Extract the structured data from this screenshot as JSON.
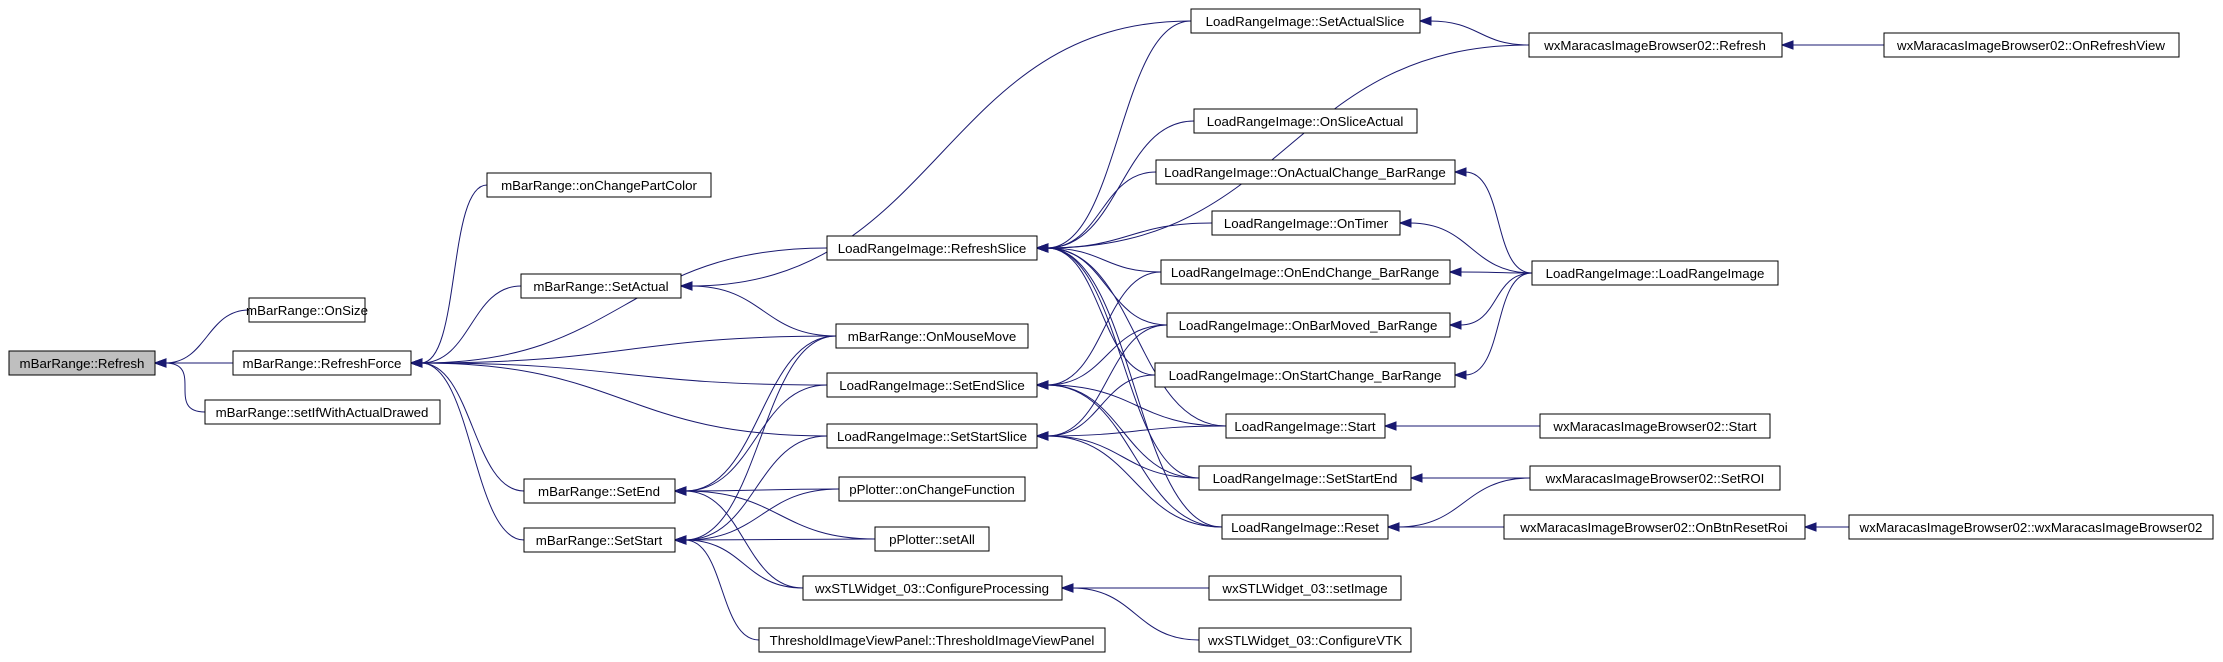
{
  "graph": {
    "nodes": {
      "refresh": "mBarRange::Refresh",
      "onsize": "mBarRange::OnSize",
      "refreshforce": "mBarRange::RefreshForce",
      "setifwithactualdrawed": "mBarRange::setIfWithActualDrawed",
      "onchangepartcolor": "mBarRange::onChangePartColor",
      "setactual": "mBarRange::SetActual",
      "setend": "mBarRange::SetEnd",
      "setstart": "mBarRange::SetStart",
      "lri_refreshslice": "LoadRangeImage::RefreshSlice",
      "onmousemove": "mBarRange::OnMouseMove",
      "lri_setendslice": "LoadRangeImage::SetEndSlice",
      "lri_setstartslice": "LoadRangeImage::SetStartSlice",
      "pplotter_onchangefunction": "pPlotter::onChangeFunction",
      "pplotter_setall": "pPlotter::setAll",
      "wxstl_configureprocessing": "wxSTLWidget_03::ConfigureProcessing",
      "threshold_ctor": "ThresholdImageViewPanel::ThresholdImageViewPanel",
      "lri_setactualslice": "LoadRangeImage::SetActualSlice",
      "lri_onsliceactual": "LoadRangeImage::OnSliceActual",
      "lri_onactualchange": "LoadRangeImage::OnActualChange_BarRange",
      "lri_ontimer": "LoadRangeImage::OnTimer",
      "lri_onendchange": "LoadRangeImage::OnEndChange_BarRange",
      "lri_onbarmoved": "LoadRangeImage::OnBarMoved_BarRange",
      "lri_onstartchange": "LoadRangeImage::OnStartChange_BarRange",
      "lri_start": "LoadRangeImage::Start",
      "lri_setstartend": "LoadRangeImage::SetStartEnd",
      "lri_reset": "LoadRangeImage::Reset",
      "wxstl_setimage": "wxSTLWidget_03::setImage",
      "wxstl_configurevtk": "wxSTLWidget_03::ConfigureVTK",
      "wxm_refresh": "wxMaracasImageBrowser02::Refresh",
      "lri_loadrangeimage": "LoadRangeImage::LoadRangeImage",
      "wxm_start": "wxMaracasImageBrowser02::Start",
      "wxm_setroi": "wxMaracasImageBrowser02::SetROI",
      "wxm_onbtnresetroi": "wxMaracasImageBrowser02::OnBtnResetRoi",
      "wxm_onrefreshview": "wxMaracasImageBrowser02::OnRefreshView",
      "wxm_ctor": "wxMaracasImageBrowser02::wxMaracasImageBrowser02"
    },
    "edges": [
      [
        "onsize",
        "refresh"
      ],
      [
        "refreshforce",
        "refresh"
      ],
      [
        "setifwithactualdrawed",
        "refresh"
      ],
      [
        "onchangepartcolor",
        "refreshforce"
      ],
      [
        "setactual",
        "refreshforce"
      ],
      [
        "setend",
        "refreshforce"
      ],
      [
        "setstart",
        "refreshforce"
      ],
      [
        "lri_refreshslice",
        "refreshforce"
      ],
      [
        "onmousemove",
        "refreshforce"
      ],
      [
        "lri_setendslice",
        "refreshforce"
      ],
      [
        "lri_setstartslice",
        "refreshforce"
      ],
      [
        "lri_setactualslice",
        "setactual"
      ],
      [
        "onmousemove",
        "setactual"
      ],
      [
        "onmousemove",
        "setend"
      ],
      [
        "lri_setendslice",
        "setend"
      ],
      [
        "pplotter_onchangefunction",
        "setend"
      ],
      [
        "pplotter_setall",
        "setend"
      ],
      [
        "wxstl_configureprocessing",
        "setend"
      ],
      [
        "onmousemove",
        "setstart"
      ],
      [
        "lri_setstartslice",
        "setstart"
      ],
      [
        "pplotter_onchangefunction",
        "setstart"
      ],
      [
        "pplotter_setall",
        "setstart"
      ],
      [
        "wxstl_configureprocessing",
        "setstart"
      ],
      [
        "threshold_ctor",
        "setstart"
      ],
      [
        "lri_setactualslice",
        "lri_refreshslice"
      ],
      [
        "lri_onsliceactual",
        "lri_refreshslice"
      ],
      [
        "lri_onactualchange",
        "lri_refreshslice"
      ],
      [
        "lri_ontimer",
        "lri_refreshslice"
      ],
      [
        "lri_onendchange",
        "lri_refreshslice"
      ],
      [
        "lri_onbarmoved",
        "lri_refreshslice"
      ],
      [
        "lri_onstartchange",
        "lri_refreshslice"
      ],
      [
        "lri_start",
        "lri_refreshslice"
      ],
      [
        "lri_setstartend",
        "lri_refreshslice"
      ],
      [
        "lri_reset",
        "lri_refreshslice"
      ],
      [
        "wxm_refresh",
        "lri_refreshslice"
      ],
      [
        "lri_onendchange",
        "lri_setendslice"
      ],
      [
        "lri_onbarmoved",
        "lri_setendslice"
      ],
      [
        "lri_start",
        "lri_setendslice"
      ],
      [
        "lri_setstartend",
        "lri_setendslice"
      ],
      [
        "lri_reset",
        "lri_setendslice"
      ],
      [
        "lri_onstartchange",
        "lri_setstartslice"
      ],
      [
        "lri_onbarmoved",
        "lri_setstartslice"
      ],
      [
        "lri_start",
        "lri_setstartslice"
      ],
      [
        "lri_setstartend",
        "lri_setstartslice"
      ],
      [
        "lri_reset",
        "lri_setstartslice"
      ],
      [
        "wxstl_setimage",
        "wxstl_configureprocessing"
      ],
      [
        "wxstl_configurevtk",
        "wxstl_configureprocessing"
      ],
      [
        "wxm_refresh",
        "lri_setactualslice"
      ],
      [
        "lri_loadrangeimage",
        "lri_onactualchange"
      ],
      [
        "lri_loadrangeimage",
        "lri_ontimer"
      ],
      [
        "lri_loadrangeimage",
        "lri_onendchange"
      ],
      [
        "lri_loadrangeimage",
        "lri_onbarmoved"
      ],
      [
        "lri_loadrangeimage",
        "lri_onstartchange"
      ],
      [
        "wxm_start",
        "lri_start"
      ],
      [
        "wxm_setroi",
        "lri_setstartend"
      ],
      [
        "wxm_setroi",
        "lri_reset"
      ],
      [
        "wxm_onbtnresetroi",
        "lri_reset"
      ],
      [
        "wxm_onrefreshview",
        "wxm_refresh"
      ],
      [
        "wxm_ctor",
        "wxm_onbtnresetroi"
      ]
    ]
  }
}
